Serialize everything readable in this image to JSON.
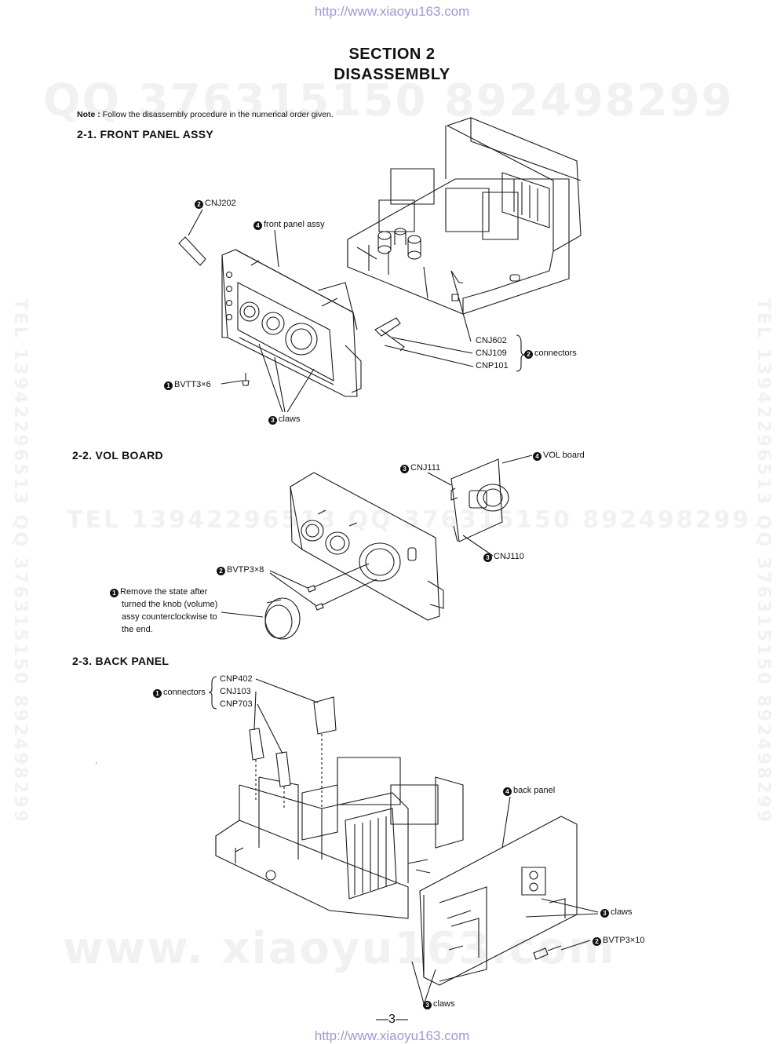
{
  "header_url": "http://www.xiaoyu163.com",
  "footer_url": "http://www.xiaoyu163.com",
  "watermarks": {
    "qq_line": "QQ 376315150   892498299",
    "tel_line": "TEL 13942296513   QQ 376315150  892498299",
    "side_line": "TEL 13942296513  QQ 376315150  892498299",
    "bottom_line": "www. xiaoyu163.com"
  },
  "section": {
    "title": "SECTION 2",
    "subtitle": "DISASSEMBLY"
  },
  "note": {
    "label": "Note :",
    "text": "Follow the disassembly procedure in the numerical order given."
  },
  "sections": [
    {
      "heading": "2-1.   FRONT PANEL ASSY",
      "labels": {
        "cnj202": "CNJ202",
        "front_panel": "front panel assy",
        "cnj602": "CNJ602",
        "cnj109": "CNJ109",
        "cnp101": "CNP101",
        "connectors": "connectors",
        "screw": "BVTT3×6",
        "claws": "claws"
      }
    },
    {
      "heading": "2-2.   VOL BOARD",
      "labels": {
        "vol_board": "VOL board",
        "cnj111": "CNJ111",
        "cnj110": "CNJ110",
        "screw": "BVTP3×8",
        "knob_note_1": "Remove the state after",
        "knob_note_2": "turned the knob (volume)",
        "knob_note_3": "assy counterclockwise to",
        "knob_note_4": "the end."
      }
    },
    {
      "heading": "2-3.   BACK PANEL",
      "labels": {
        "connectors": "connectors",
        "cnp402": "CNP402",
        "cnj103": "CNJ103",
        "cnp703": "CNP703",
        "back_panel": "back panel",
        "claws_right": "claws",
        "screw": "BVTP3×10",
        "claws_bottom": "claws"
      }
    }
  ],
  "step_numbers": {
    "one": "1",
    "two": "2",
    "three": "3",
    "four": "4"
  },
  "page_number": "—3—"
}
